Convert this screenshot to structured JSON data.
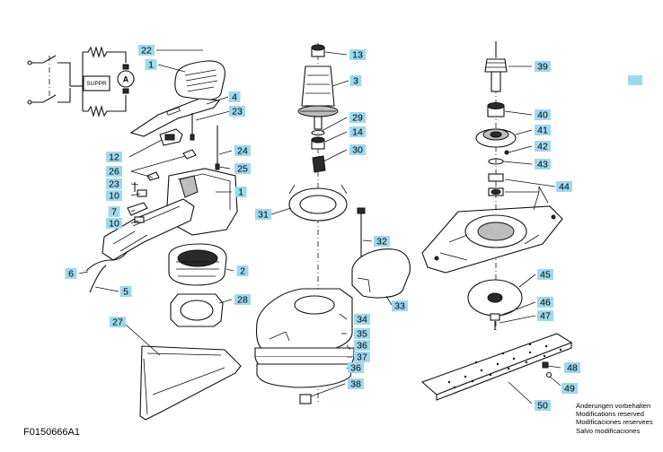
{
  "schematic": {
    "switch_box_label": "SUPPR",
    "motor_label": "A"
  },
  "labels": [
    "1",
    "2",
    "3",
    "4",
    "5",
    "6",
    "7",
    "10",
    "12",
    "13",
    "14",
    "22",
    "23",
    "24",
    "25",
    "26",
    "27",
    "28",
    "29",
    "30",
    "31",
    "32",
    "33",
    "34",
    "35",
    "36",
    "37",
    "38",
    "39",
    "40",
    "41",
    "42",
    "43",
    "44",
    "45",
    "46",
    "47",
    "48",
    "49",
    "50"
  ],
  "drawing_code": "F0150666A1",
  "notices": [
    "Änderungen vorbehalten",
    "Modifications reserved",
    "Modificaciones reservees",
    "Salvo modificaciones"
  ],
  "colors": {
    "label_fill": "#9fd8ee",
    "line": "#111111"
  }
}
